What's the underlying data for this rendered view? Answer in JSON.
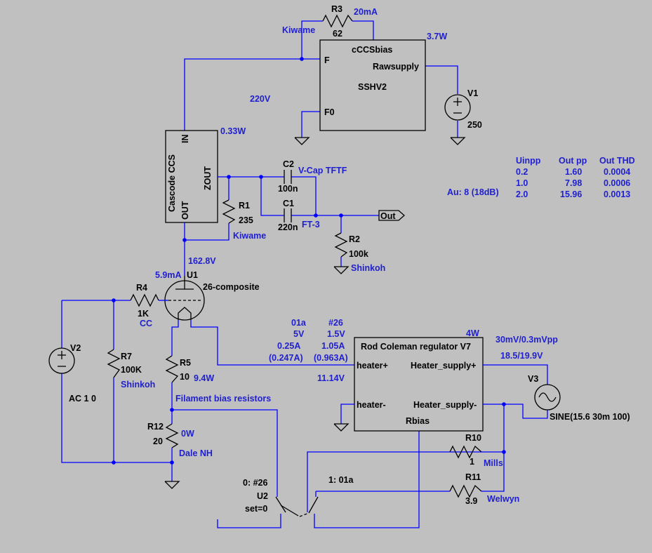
{
  "components": {
    "r3": {
      "ref": "R3",
      "value": "62",
      "current": "20mA"
    },
    "kiwame_r3": "Kiwame",
    "sshv2": {
      "pin_top": "cCCSbias",
      "pin_f": "F",
      "pin_raw": "Rawsupply",
      "name": "SSHV2",
      "pin_f0": "F0",
      "power": "3.7W"
    },
    "v1": {
      "ref": "V1",
      "value": "250"
    },
    "volt_220": "220V",
    "ccs": {
      "name": "Cascode CCS",
      "pin_in": "IN",
      "pin_zout": "ZOUT",
      "pin_out": "OUT",
      "power": "0.33W"
    },
    "c2": {
      "ref": "C2",
      "value": "100n",
      "type": "V-Cap TFTF"
    },
    "c1": {
      "ref": "C1",
      "value": "220n",
      "type": "FT-3"
    },
    "out_label": "Out",
    "r1": {
      "ref": "R1",
      "value": "235",
      "brand": "Kiwame"
    },
    "r2": {
      "ref": "R2",
      "value": "100k",
      "brand": "Shinkoh"
    },
    "u1": {
      "ref": "U1",
      "name": "26-composite",
      "plate_v": "162.8V",
      "current": "5.9mA"
    },
    "r4": {
      "ref": "R4",
      "value": "1K",
      "brand": "CC"
    },
    "v2": {
      "ref": "V2",
      "value": "AC 1 0"
    },
    "r7": {
      "ref": "R7",
      "value": "100K",
      "brand": "Shinkoh"
    },
    "r5": {
      "ref": "R5",
      "value": "10",
      "power": "9.4W"
    },
    "fil_bias": "Filament bias resistors",
    "r12": {
      "ref": "R12",
      "value": "20",
      "power": "0W",
      "brand": "Dale NH"
    },
    "u2": {
      "ref": "U2",
      "set": "set=0",
      "pos0": "0: #26",
      "pos1": "1:  01a"
    },
    "table": {
      "headers": [
        "Uinpp",
        "Out pp",
        "Out THD"
      ],
      "rows": [
        [
          "0.2",
          "1.60",
          "0.0004"
        ],
        [
          "1.0",
          "7.98",
          "0.0006"
        ],
        [
          "2.0",
          "15.96",
          "0.0013"
        ]
      ],
      "gain": "Au: 8 (18dB)"
    },
    "tube_params": {
      "col1": [
        "01a",
        "5V",
        "0.25A",
        "(0.247A)"
      ],
      "col2": [
        "#26",
        "1.5V",
        "1.05A",
        "(0.963A)"
      ],
      "v_out": "11.14V"
    },
    "rcreg": {
      "name": "Rod Coleman regulator V7",
      "pin_hp": "heater+",
      "pin_hm": "heater-",
      "pin_sp": "Heater_supply+",
      "pin_sm": "Heater_supply-",
      "pin_rb": "Rbias",
      "power": "4W"
    },
    "ripple": "30mV/0.3mVpp",
    "supply_v": "18.5/19.9V",
    "v3": {
      "ref": "V3",
      "value": "SINE(15.6 30m 100)"
    },
    "r10": {
      "ref": "R10",
      "value": "1",
      "brand": "Mills"
    },
    "r11": {
      "ref": "R11",
      "value": "3.9",
      "brand": "Welwyn"
    }
  }
}
